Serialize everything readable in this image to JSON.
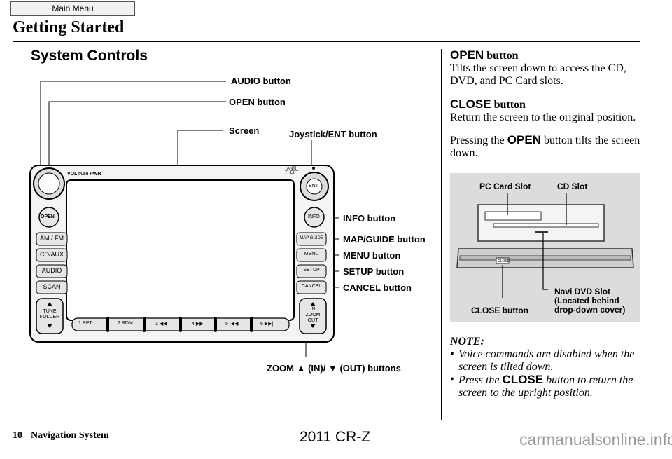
{
  "nav": {
    "main_menu": "Main Menu"
  },
  "header": {
    "title": "Getting Started"
  },
  "section_title": "System Controls",
  "callouts": {
    "audio": "AUDIO button",
    "open": "OPEN button",
    "screen": "Screen",
    "joystick": "Joystick/ENT button",
    "info": "INFO button",
    "map_guide": "MAP/GUIDE button",
    "menu": "MENU button",
    "setup": "SETUP button",
    "cancel": "CANCEL button",
    "zoom": "ZOOM ▲ (IN)/ ▼ (OUT) buttons"
  },
  "unit": {
    "vol": "VOL",
    "push": "PUSH",
    "pwr": "PWR",
    "anti": "ANTI",
    "theft": "THEFT",
    "ent": "ENT",
    "open": "OPEN",
    "info": "INFO",
    "left_buttons": [
      "AM / FM",
      "CD/AUX",
      "AUDIO",
      "SCAN"
    ],
    "right_buttons": [
      "MAP GUIDE",
      "MENU",
      "SETUP",
      "CANCEL"
    ],
    "tune_line1": "TUNE",
    "tune_line2": "FOLDER",
    "presets": [
      "1 RPT",
      "2 RDM",
      "3 ◀◀",
      "4 ▶▶",
      "5 |◀◀",
      "6 ▶▶|"
    ],
    "zoom_in": "IN",
    "zoom_word": "ZOOM",
    "zoom_out": "OUT"
  },
  "right_text": {
    "open_key": "OPEN",
    "open_suffix": " button",
    "open_desc": "Tilts the screen down to access the CD, DVD, and PC Card slots.",
    "close_key": "CLOSE",
    "close_suffix": " button",
    "close_desc": "Return the screen to the original position.",
    "press_pre": "Pressing the ",
    "press_key": "OPEN",
    "press_post": " button tilts the screen down.",
    "note_label": "NOTE:",
    "note1": "Voice commands are disabled when the screen is tilted down.",
    "note2_pre": "Press the ",
    "note2_key": "CLOSE",
    "note2_post": " button to return the screen to the upright position."
  },
  "photo": {
    "pc_card_slot": "PC Card Slot",
    "cd_slot": "CD Slot",
    "close_button": "CLOSE button",
    "navi_line1": "Navi DVD Slot",
    "navi_line2": "(Located behind",
    "navi_line3": "drop-down cover)",
    "close_tag": "CLOSE"
  },
  "footer": {
    "page": "10",
    "title": "Navigation System",
    "model": "2011 CR-Z",
    "watermark": "carmanualsonline.info"
  }
}
